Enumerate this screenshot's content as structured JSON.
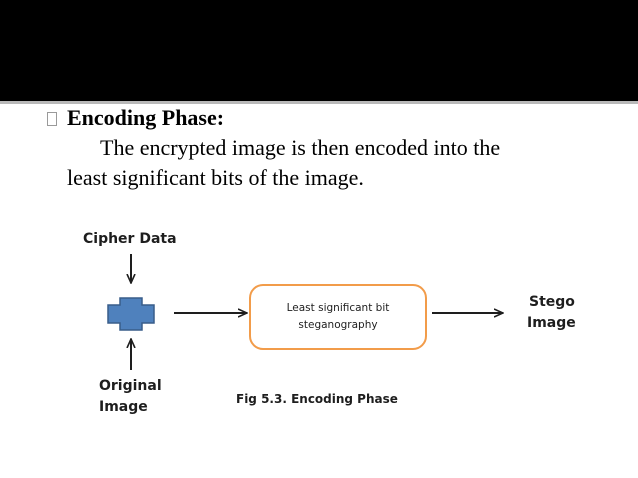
{
  "slide": {
    "heading": "Encoding Phase:",
    "body_line1": "The encrypted image is then encoded into the",
    "body_line2": "least significant bits of the image."
  },
  "diagram": {
    "cipher_label": "Cipher Data",
    "original_label_line1": "Original",
    "original_label_line2": "Image",
    "box_line1": "Least significant bit",
    "box_line2": "steganography",
    "output_label_line1": "Stego",
    "output_label_line2": "Image",
    "caption": "Fig 5.3. Encoding Phase"
  },
  "colors": {
    "header": "#000000",
    "plus_fill": "#4f81bd",
    "plus_stroke": "#385d8a",
    "box_border": "#f29c4a"
  }
}
